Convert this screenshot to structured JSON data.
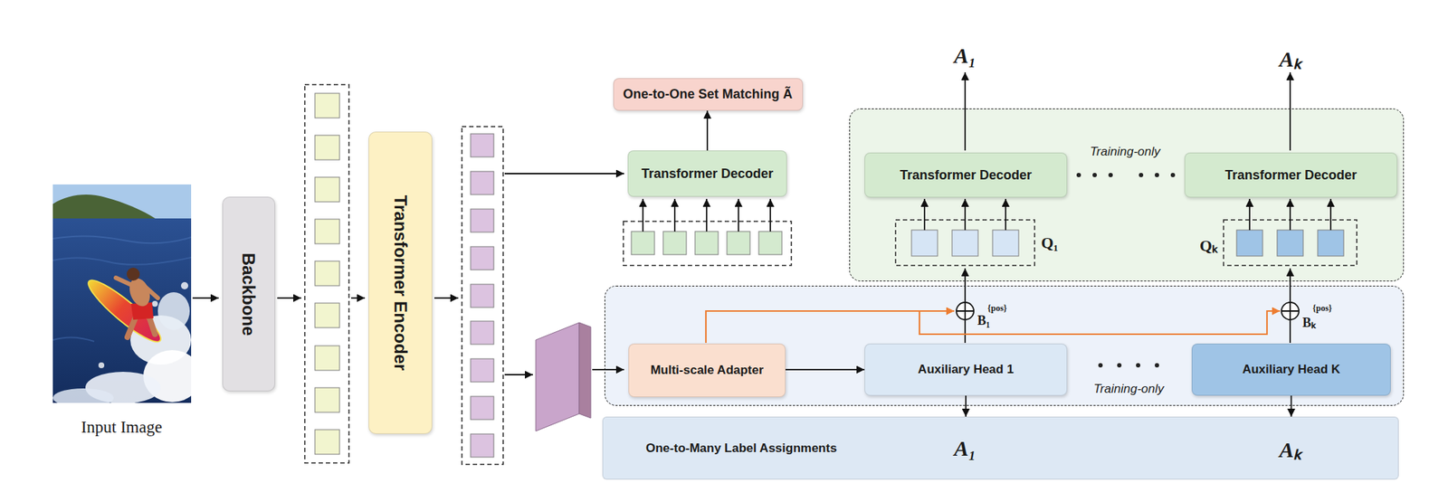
{
  "diagram": {
    "nodes": [
      {
        "text": [
          "Backbone"
        ]
      },
      {
        "text": [
          "Transformer Encoder"
        ]
      },
      {
        "text": [
          "One-to-One Set Matching Ã"
        ]
      },
      {
        "text": [
          "Transformer Decoder"
        ]
      },
      {
        "text": [
          "Training-only"
        ]
      },
      {
        "text": [
          "Transformer Decoder"
        ],
        "in": 4
      },
      {
        "text": [
          "Transformer Decoder"
        ],
        "in": 4
      },
      {
        "text": [
          "Training-only"
        ]
      },
      {
        "text": [
          "Multi-scale Adapter"
        ],
        "in": 7
      },
      {
        "text": [
          "Auxiliary Head 1"
        ],
        "in": 7
      },
      {
        "text": [
          "Auxiliary Head K"
        ],
        "in": 7
      },
      {
        "text": [
          "One-to-Many Label Assignments",
          "A₁",
          "Aₖ"
        ]
      }
    ],
    "edges": [
      {
        "from": 3,
        "to": 2,
        "arrow": "to"
      },
      {
        "from": 8,
        "to": 9,
        "arrow": "to"
      },
      {
        "from": 9,
        "to": 11,
        "arrow": "to"
      },
      {
        "from": 10,
        "to": 11,
        "arrow": "to"
      }
    ],
    "labels": [
      "Input Image",
      "A₁",
      "Aₖ",
      "Q₁",
      "Qₖ",
      "B₁",
      "{pos}",
      "Bₖ",
      "{pos}"
    ]
  }
}
